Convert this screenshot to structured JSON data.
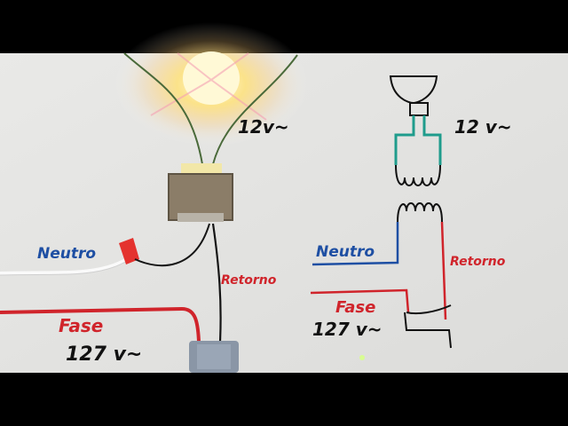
{
  "labels": {
    "left_voltage_top": "12v~",
    "left_neutral": "Neutro",
    "left_return": "Retorno",
    "left_phase": "Fase",
    "left_voltage_bottom": "127 v~",
    "right_voltage_top": "12 v~",
    "right_neutral": "Neutro",
    "right_return": "Retorno",
    "right_phase": "Fase",
    "right_voltage_bottom": "127 v~"
  },
  "colors": {
    "neutral": "#1e4fa3",
    "phase": "#d0242b",
    "bulb_socket_wire": "#1f9c8c",
    "ink": "#111111"
  }
}
